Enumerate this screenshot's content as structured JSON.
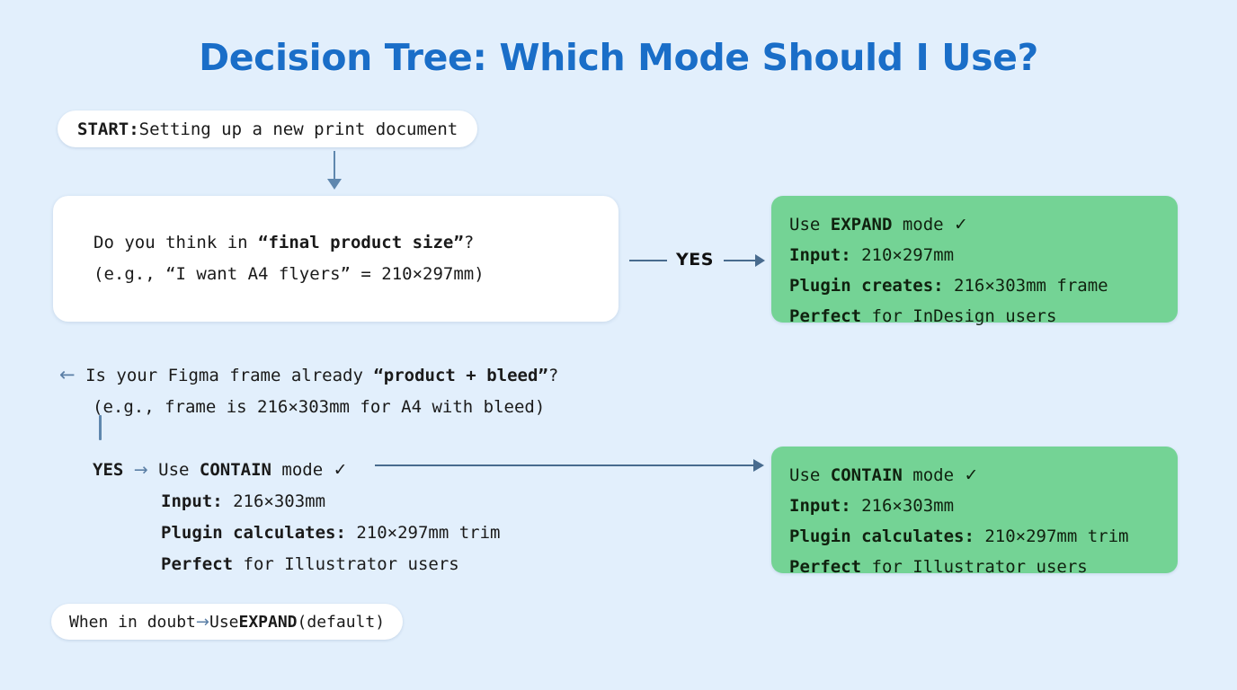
{
  "page": {
    "title": "Decision Tree: Which Mode Should I Use?",
    "background_color": "#e2effc",
    "title_color": "#1a6ec8",
    "accent_green": "#74d395",
    "connector_color": "#486b8e"
  },
  "start_node": {
    "label_bold": "START:",
    "label_rest": " Setting up a new print document"
  },
  "question_node": {
    "line1_a": "Do you think in ",
    "line1_bold": "“final product size”",
    "line1_b": "?",
    "line2": "(e.g., “I want A4 flyers” = 210×297mm)"
  },
  "yes_connector": {
    "label": "YES"
  },
  "expand_card": {
    "line1_a": "Use ",
    "line1_bold": "EXPAND",
    "line1_b": " mode ",
    "line1_check": "✓",
    "line2_bold": "Input:",
    "line2_rest": " 210×297mm",
    "line3_bold": "Plugin creates:",
    "line3_rest": " 216×303mm frame",
    "line4_bold": "Perfect",
    "line4_rest": " for InDesign users"
  },
  "branch_node": {
    "back_arrow": "←",
    "line1_a": "Is your Figma frame already ",
    "line1_bold": "“product + bleed”",
    "line1_b": "?",
    "line2": "(e.g., frame is 216×303mm for A4 with bleed)",
    "yes_label": "YES",
    "yes_arrow": "→",
    "yes_a": " Use ",
    "yes_bold": "CONTAIN",
    "yes_b": " mode ",
    "yes_check": "✓",
    "detail1_bold": "Input:",
    "detail1_rest": " 216×303mm",
    "detail2_bold": "Plugin calculates:",
    "detail2_rest": " 210×297mm trim",
    "detail3_bold": "Perfect",
    "detail3_rest": " for Illustrator users"
  },
  "contain_card": {
    "line1_a": "Use ",
    "line1_bold": "CONTAIN",
    "line1_b": " mode ",
    "line1_check": "✓",
    "line2_bold": "Input:",
    "line2_rest": " 216×303mm",
    "line3_bold": "Plugin calculates:",
    "line3_rest": " 210×297mm trim",
    "line4_bold": "Perfect",
    "line4_rest": " for Illustrator users"
  },
  "footer_node": {
    "text_a": "When in doubt ",
    "arrow": "→",
    "text_b": " Use ",
    "text_bold": "EXPAND",
    "text_c": " (default)"
  }
}
